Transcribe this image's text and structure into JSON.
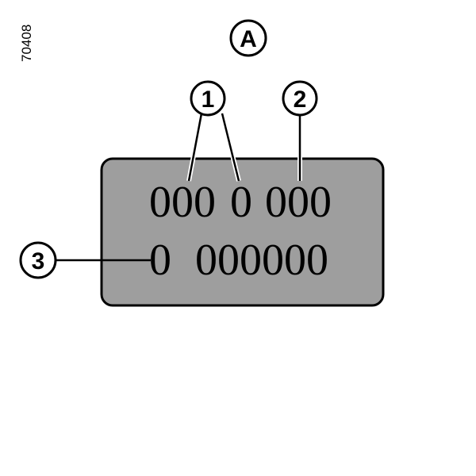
{
  "reference_code": "70408",
  "title_callout": "A",
  "display": {
    "line1_group_a": "000",
    "line1_group_b": "0",
    "line1_group_c": "000",
    "line2_group_a": "0",
    "line2_group_b": "000000"
  },
  "callouts": {
    "c1": "1",
    "c2": "2",
    "c3": "3"
  },
  "colors": {
    "panel_fill": "#9e9e9e",
    "stroke": "#000000",
    "background": "#ffffff"
  }
}
